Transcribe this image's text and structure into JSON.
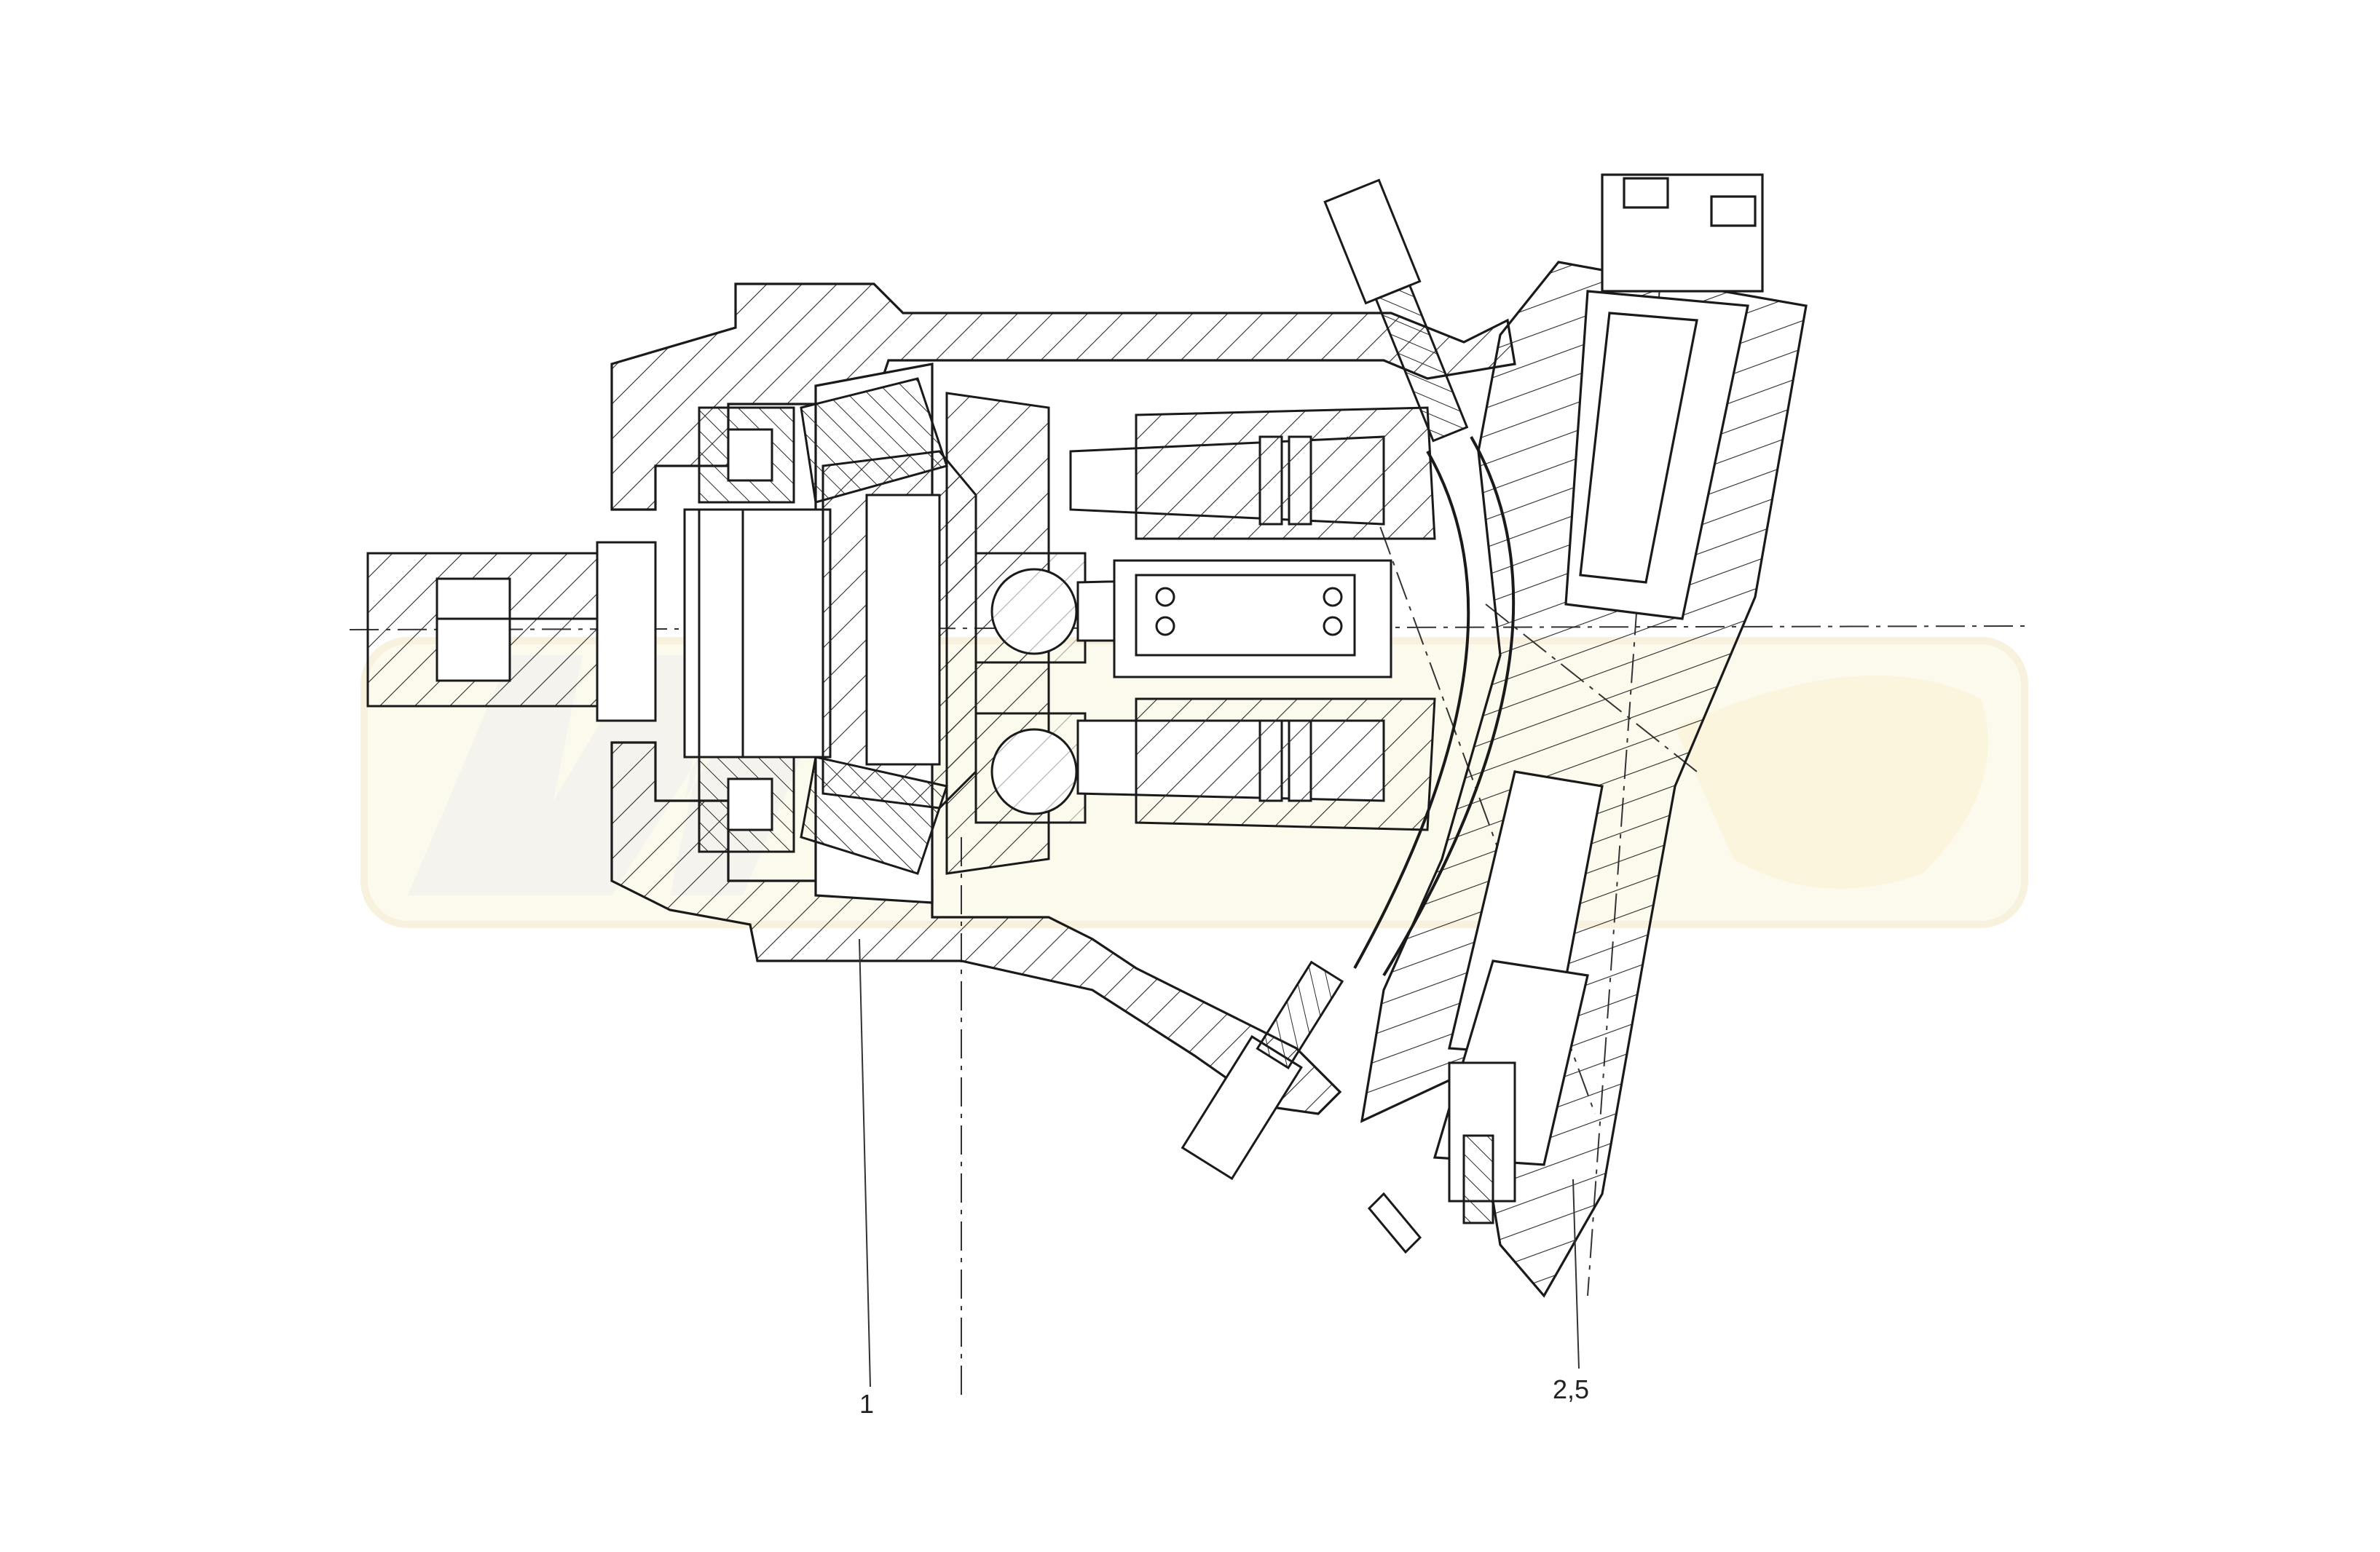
{
  "drawing": {
    "type": "sectional assembly drawing",
    "line_color": "#1a1a1a",
    "hatch_color": "#2a2a2a",
    "watermark_color": "#f3f0e6",
    "watermark_accent": "#fbf2d2"
  },
  "callouts": [
    {
      "id": "1",
      "label": "1"
    },
    {
      "id": "2.5",
      "label": "2,5"
    }
  ]
}
